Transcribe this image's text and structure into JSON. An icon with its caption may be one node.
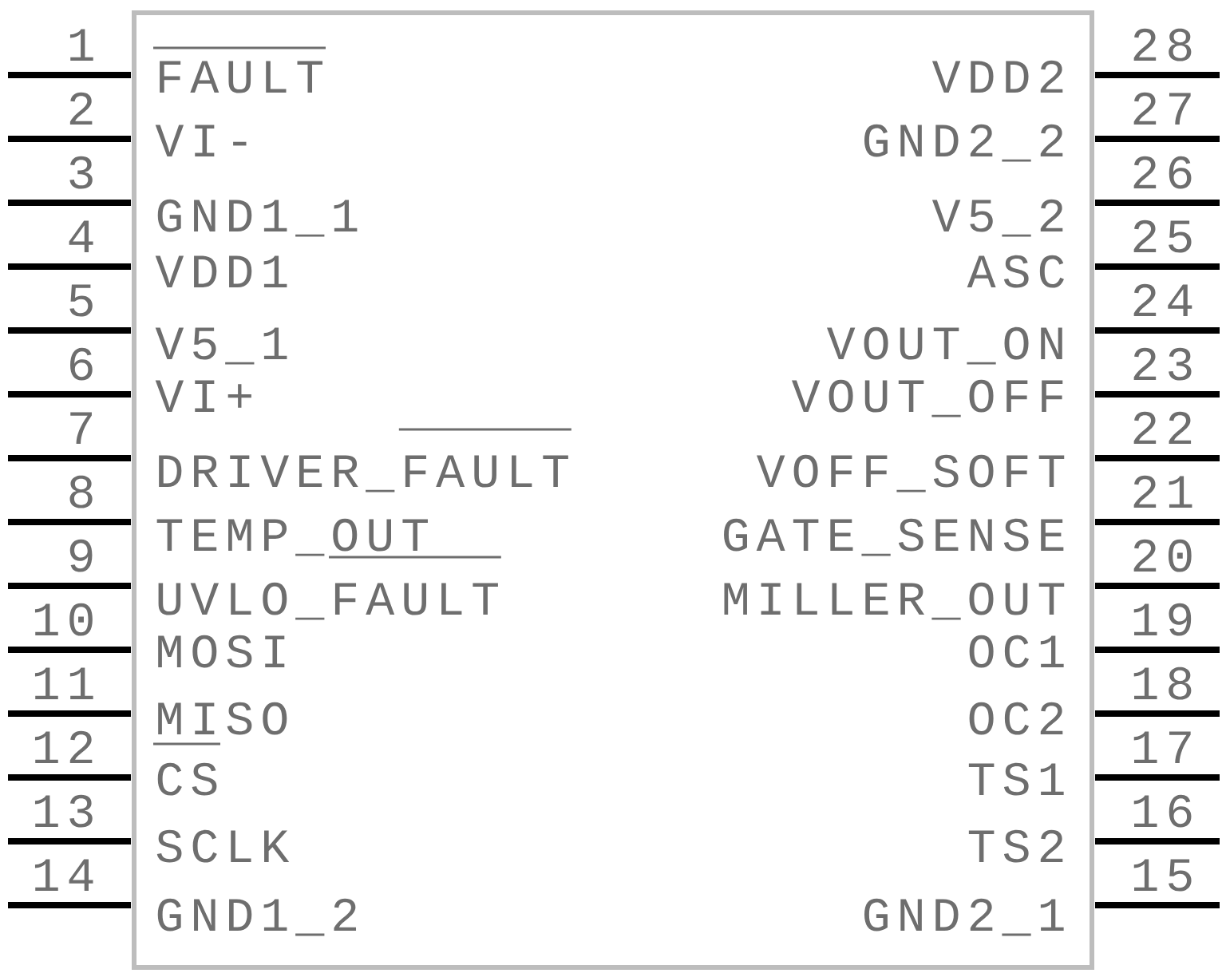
{
  "diagram": {
    "labels": [
      "1",
      "FAULT",
      "2",
      "VI-",
      "3",
      "GND1_1",
      "4",
      "VDD1",
      "5",
      "V5_1",
      "6",
      "VI+",
      "7",
      "DRIVER_FAULT",
      "8",
      "TEMP_OUT",
      "9",
      "UVLO_FAULT",
      "10",
      "MOSI",
      "11",
      "MISO",
      "12",
      "CS",
      "13",
      "SCLK",
      "14",
      "GND1_2",
      "28",
      "VDD2",
      "27",
      "GND2_2",
      "26",
      "V5_2",
      "25",
      "ASC",
      "24",
      "VOUT_ON",
      "23",
      "VOUT_OFF",
      "22",
      "VOFF_SOFT",
      "21",
      "GATE_SENSE",
      "20",
      "MILLER_OUT",
      "19",
      "OC1",
      "18",
      "OC2",
      "17",
      "TS1",
      "16",
      "TS2",
      "15",
      "GND2_1"
    ]
  }
}
